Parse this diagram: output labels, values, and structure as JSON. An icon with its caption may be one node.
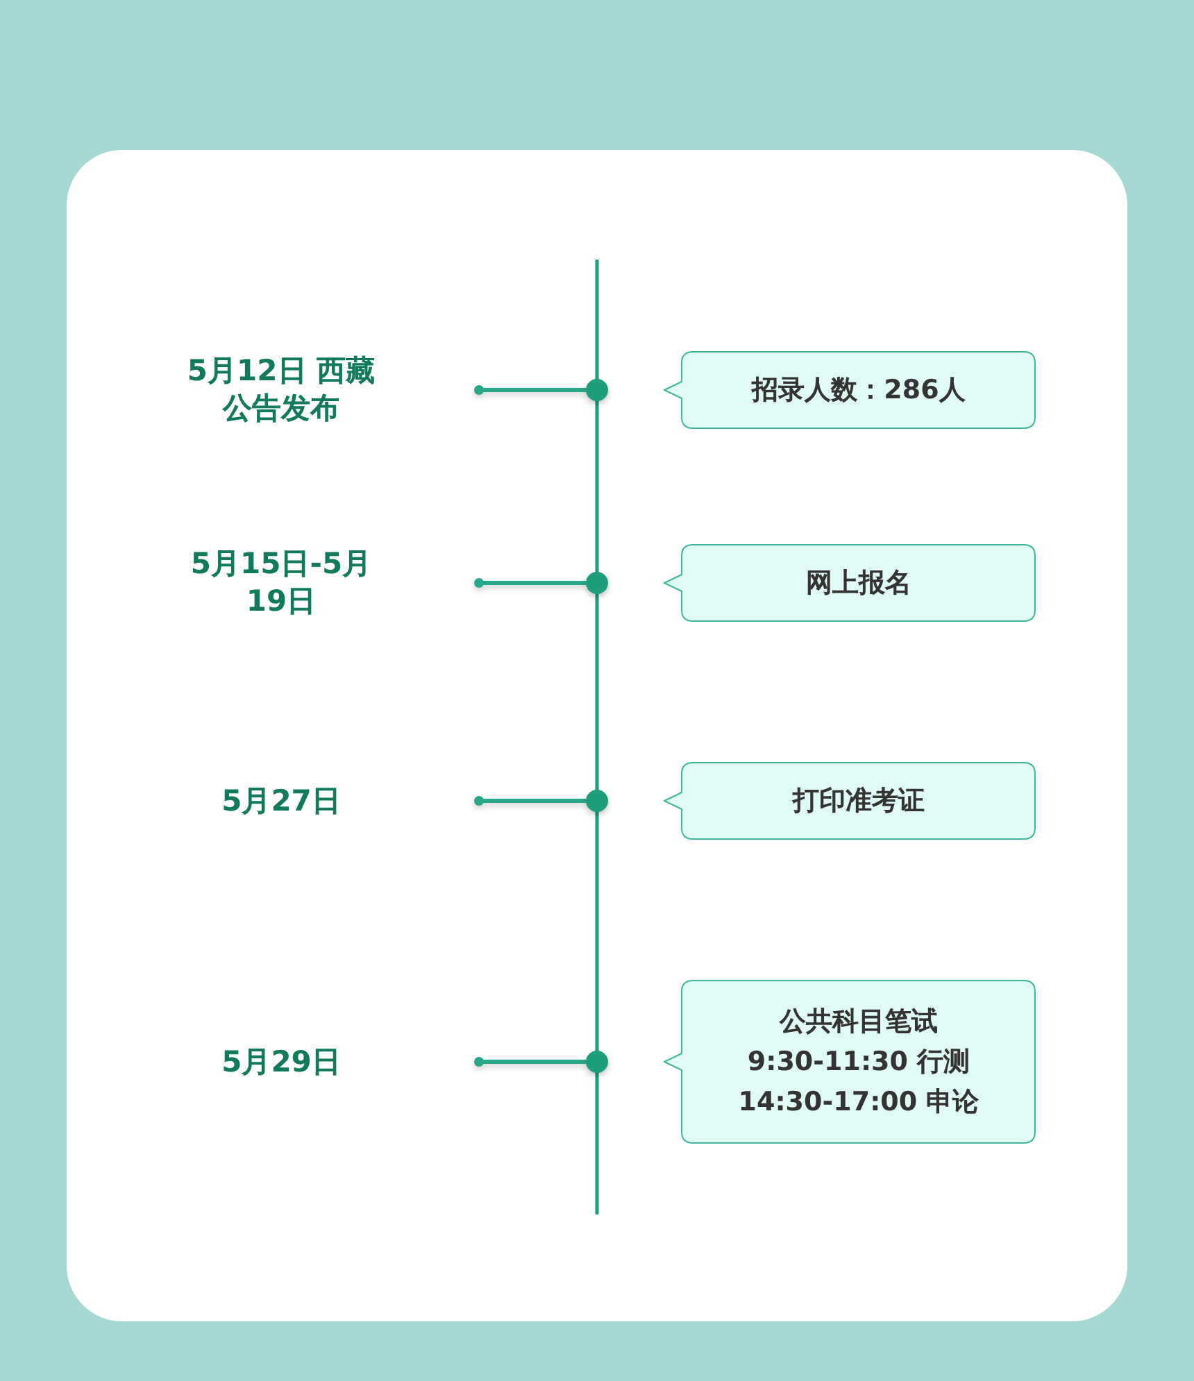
{
  "diagram": {
    "nodes": [
      {
        "text": [
          "5月12日 西藏公告发布"
        ]
      },
      {
        "text": [],
        "shape": "circle"
      },
      {
        "text": [
          "招录人数：286人"
        ]
      },
      {
        "text": [
          "5月15日-5月19日"
        ]
      },
      {
        "text": [],
        "shape": "circle"
      },
      {
        "text": [
          "网上报名"
        ]
      },
      {
        "text": [
          "5月27日"
        ]
      },
      {
        "text": [],
        "shape": "circle"
      },
      {
        "text": [
          "打印准考证"
        ]
      },
      {
        "text": [
          "5月29日"
        ]
      },
      {
        "text": [],
        "shape": "circle"
      },
      {
        "text": [
          "公共科目笔试",
          "9:30-11:30 行测",
          "14:30-17:00 申论"
        ]
      }
    ],
    "edges": [
      {
        "from": null,
        "to": 1,
        "arrow": "other"
      },
      {
        "from": null,
        "to": 4,
        "arrow": "other"
      },
      {
        "from": null,
        "to": 7,
        "arrow": "other"
      },
      {
        "from": null,
        "to": 10,
        "arrow": "other"
      }
    ]
  }
}
